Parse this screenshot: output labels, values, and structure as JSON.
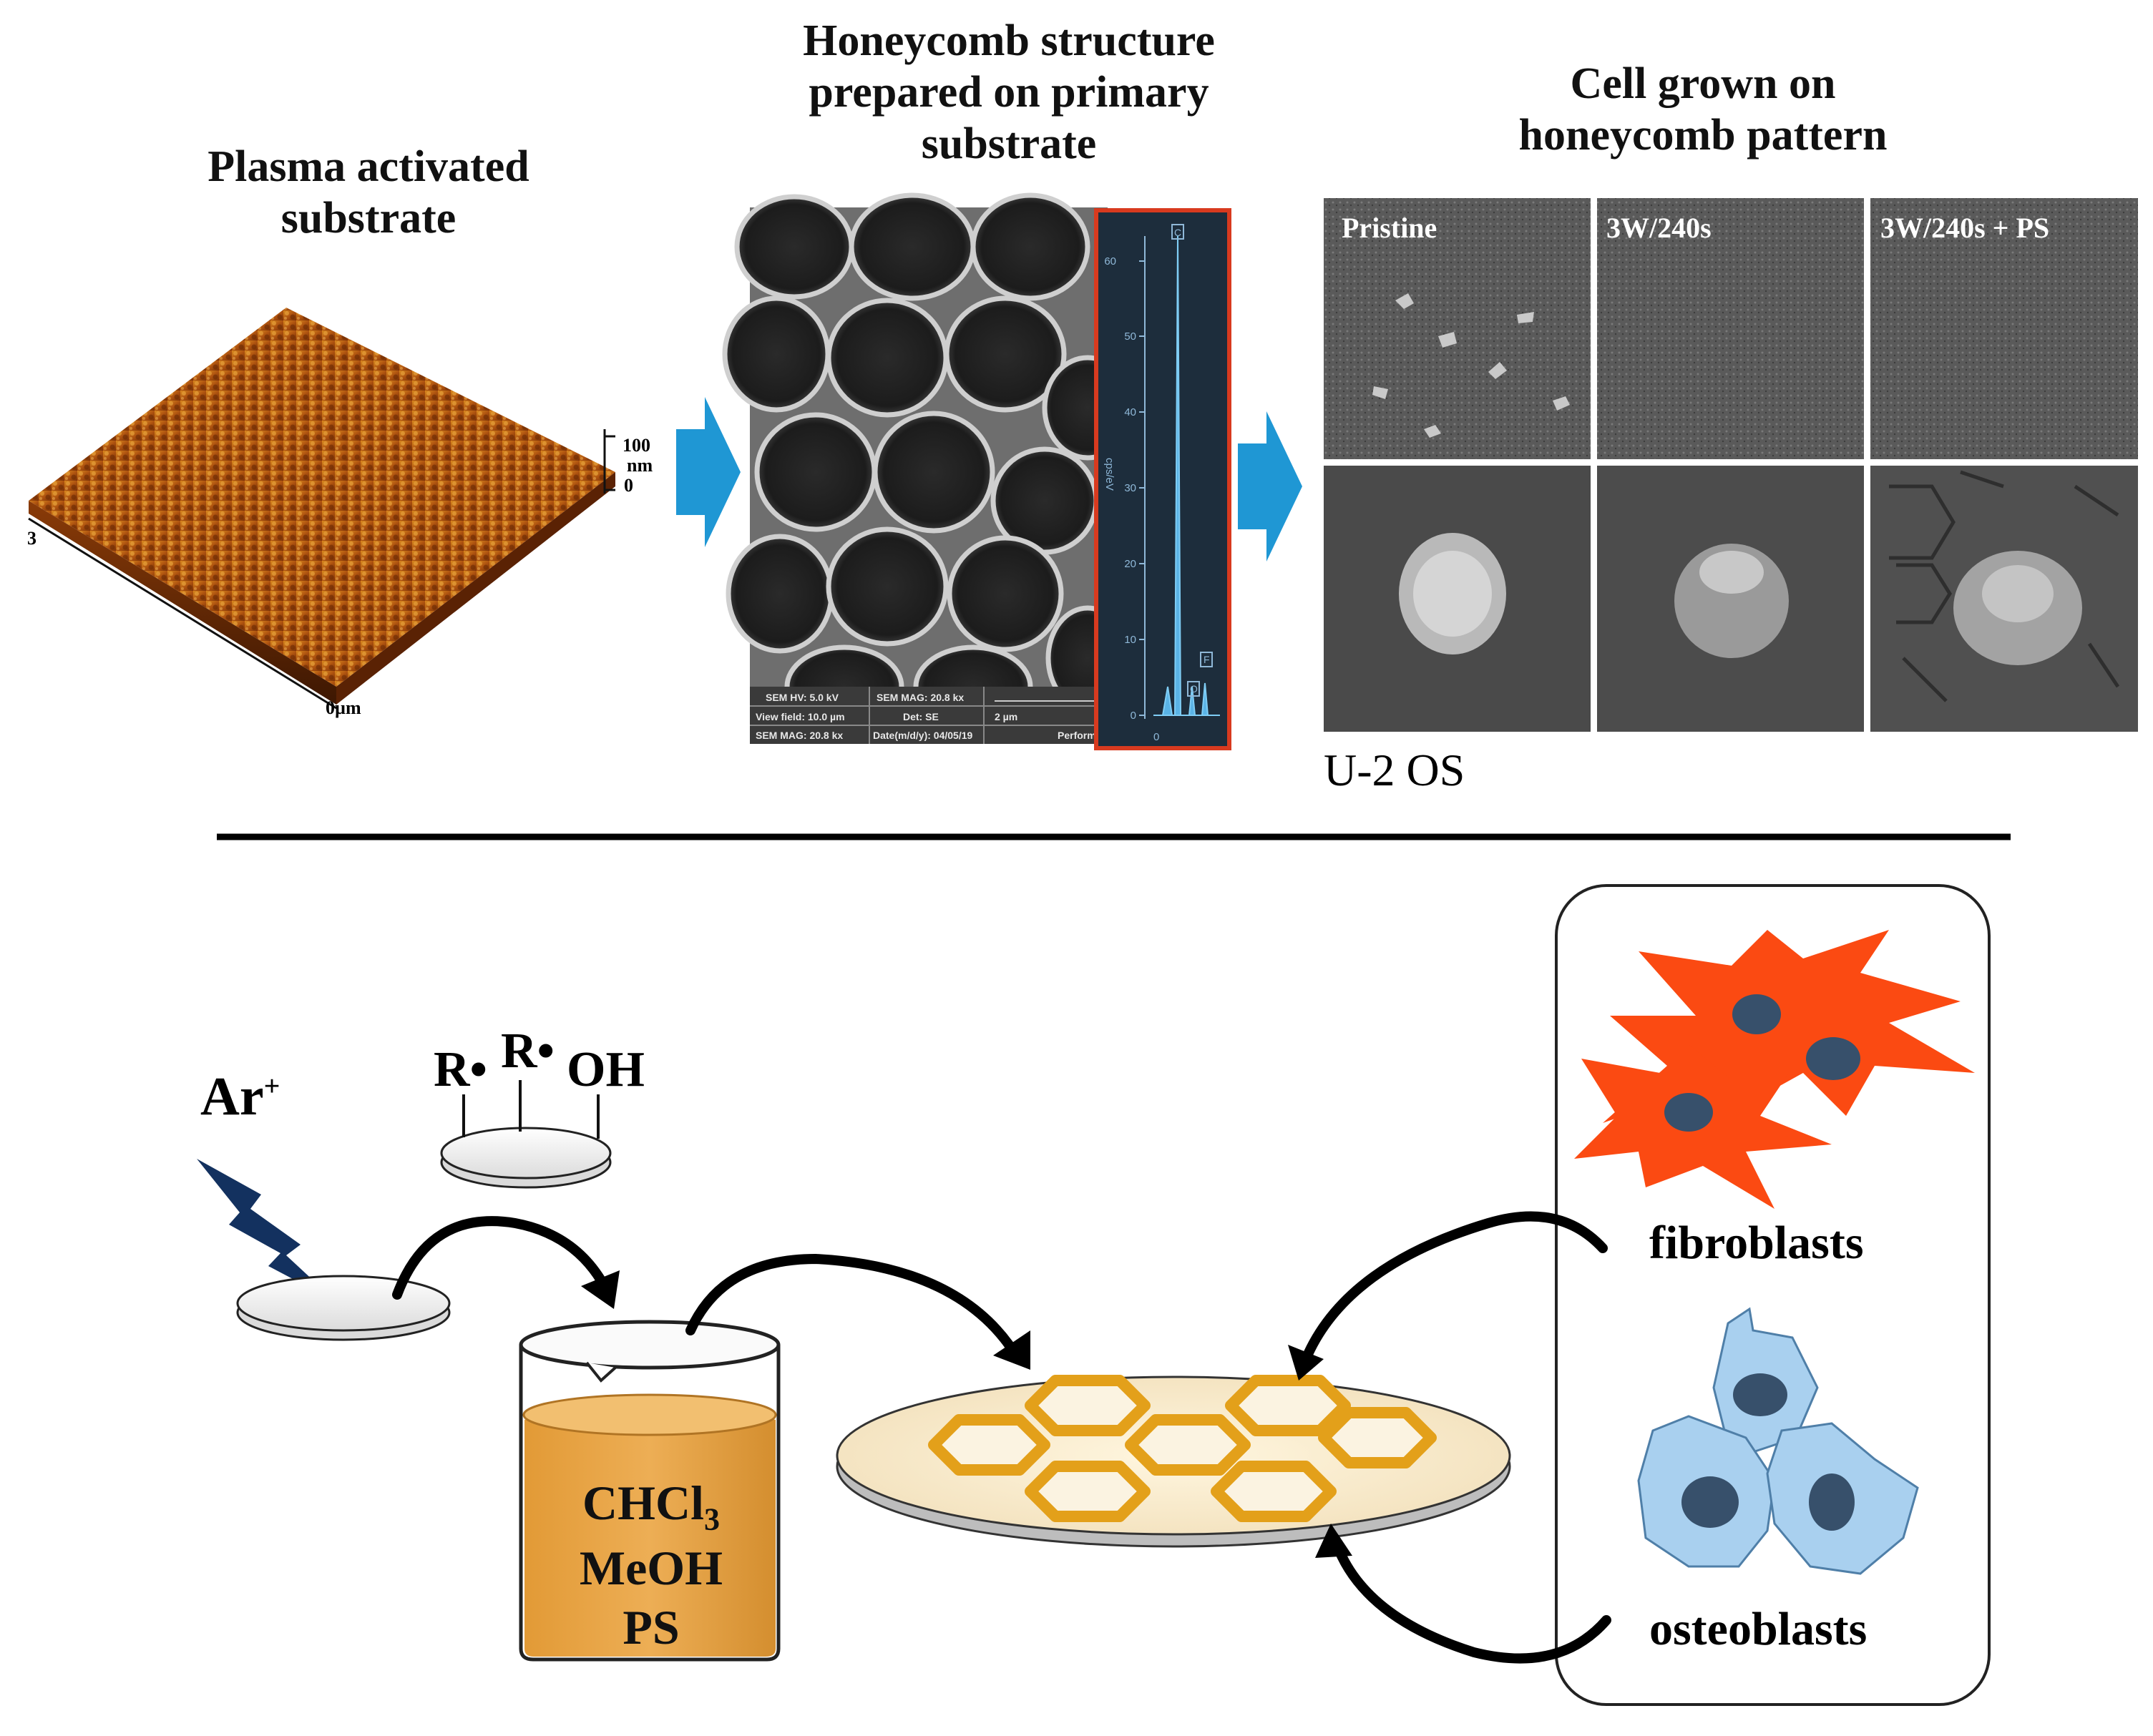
{
  "top": {
    "title_afm": [
      "Plasma activated",
      "substrate"
    ],
    "title_honeycomb": [
      "Honeycomb structure",
      "prepared on primary",
      "substrate"
    ],
    "title_cells": [
      "Cell grown on",
      "honeycomb pattern"
    ],
    "afm": {
      "z_labels": [
        "100",
        "nm",
        "0"
      ],
      "x_left": "3",
      "x_origin": "0µm"
    },
    "sem_footer": {
      "row1": [
        "SEM HV: 5.0 kV",
        "SEM MAG: 20.8 kx"
      ],
      "row2": [
        "View field: 10.0 µm",
        "Det: SE",
        "2 µm"
      ],
      "row3": [
        "SEM MAG: 20.8 kx",
        "Date(m/d/y): 04/05/19",
        "Perform"
      ]
    },
    "eds": {
      "y_axis_label": "cps/eV",
      "ticks": [
        "60",
        "50",
        "40",
        "30",
        "20",
        "10",
        "0"
      ],
      "x_zero": "0",
      "peaks": [
        "C",
        "O",
        "F"
      ]
    },
    "cell_panels": [
      "Pristine",
      "3W/240s",
      "3W/240s + PS"
    ],
    "cell_line": "U-2 OS"
  },
  "bottom": {
    "ion_label": "Ar",
    "ion_sup": "+",
    "groups": [
      "R•",
      "R•",
      "OH"
    ],
    "beaker_lines": [
      "CHCl",
      "MeOH",
      "PS"
    ],
    "beaker_sub": "3",
    "fibroblasts": "fibroblasts",
    "osteoblasts": "osteoblasts"
  },
  "colors": {
    "arrow_blue": "#1f97d4",
    "afm_brown": "#b45a12",
    "eds_bg": "#1d2d3c",
    "eds_border": "#d83a1f",
    "bolt": "#13315f",
    "beaker_fill": "#e9a94b",
    "honeycomb": "#e3a01a",
    "fibroblast": "#fb4a12",
    "osteoblast": "#a9d0ef",
    "nucleus": "#37506b"
  }
}
